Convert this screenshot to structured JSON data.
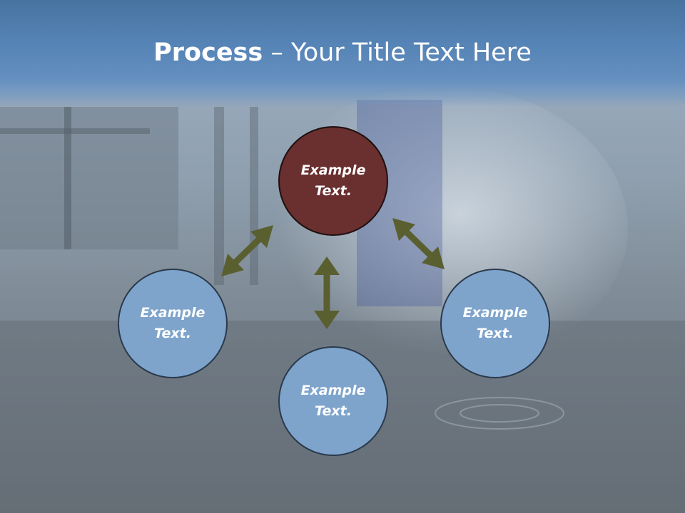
{
  "title": {
    "bold_part": "Process",
    "rest": " – Your Title Text Here"
  },
  "nodes": {
    "top": "Example Text.",
    "left": "Example Text.",
    "right": "Example Text.",
    "bottom": "Example Text."
  },
  "colors": {
    "title_band": "#5583b5",
    "center_node": "#6a2f2f",
    "outer_node": "#7ea4cc",
    "arrow": "#5a5f30"
  }
}
